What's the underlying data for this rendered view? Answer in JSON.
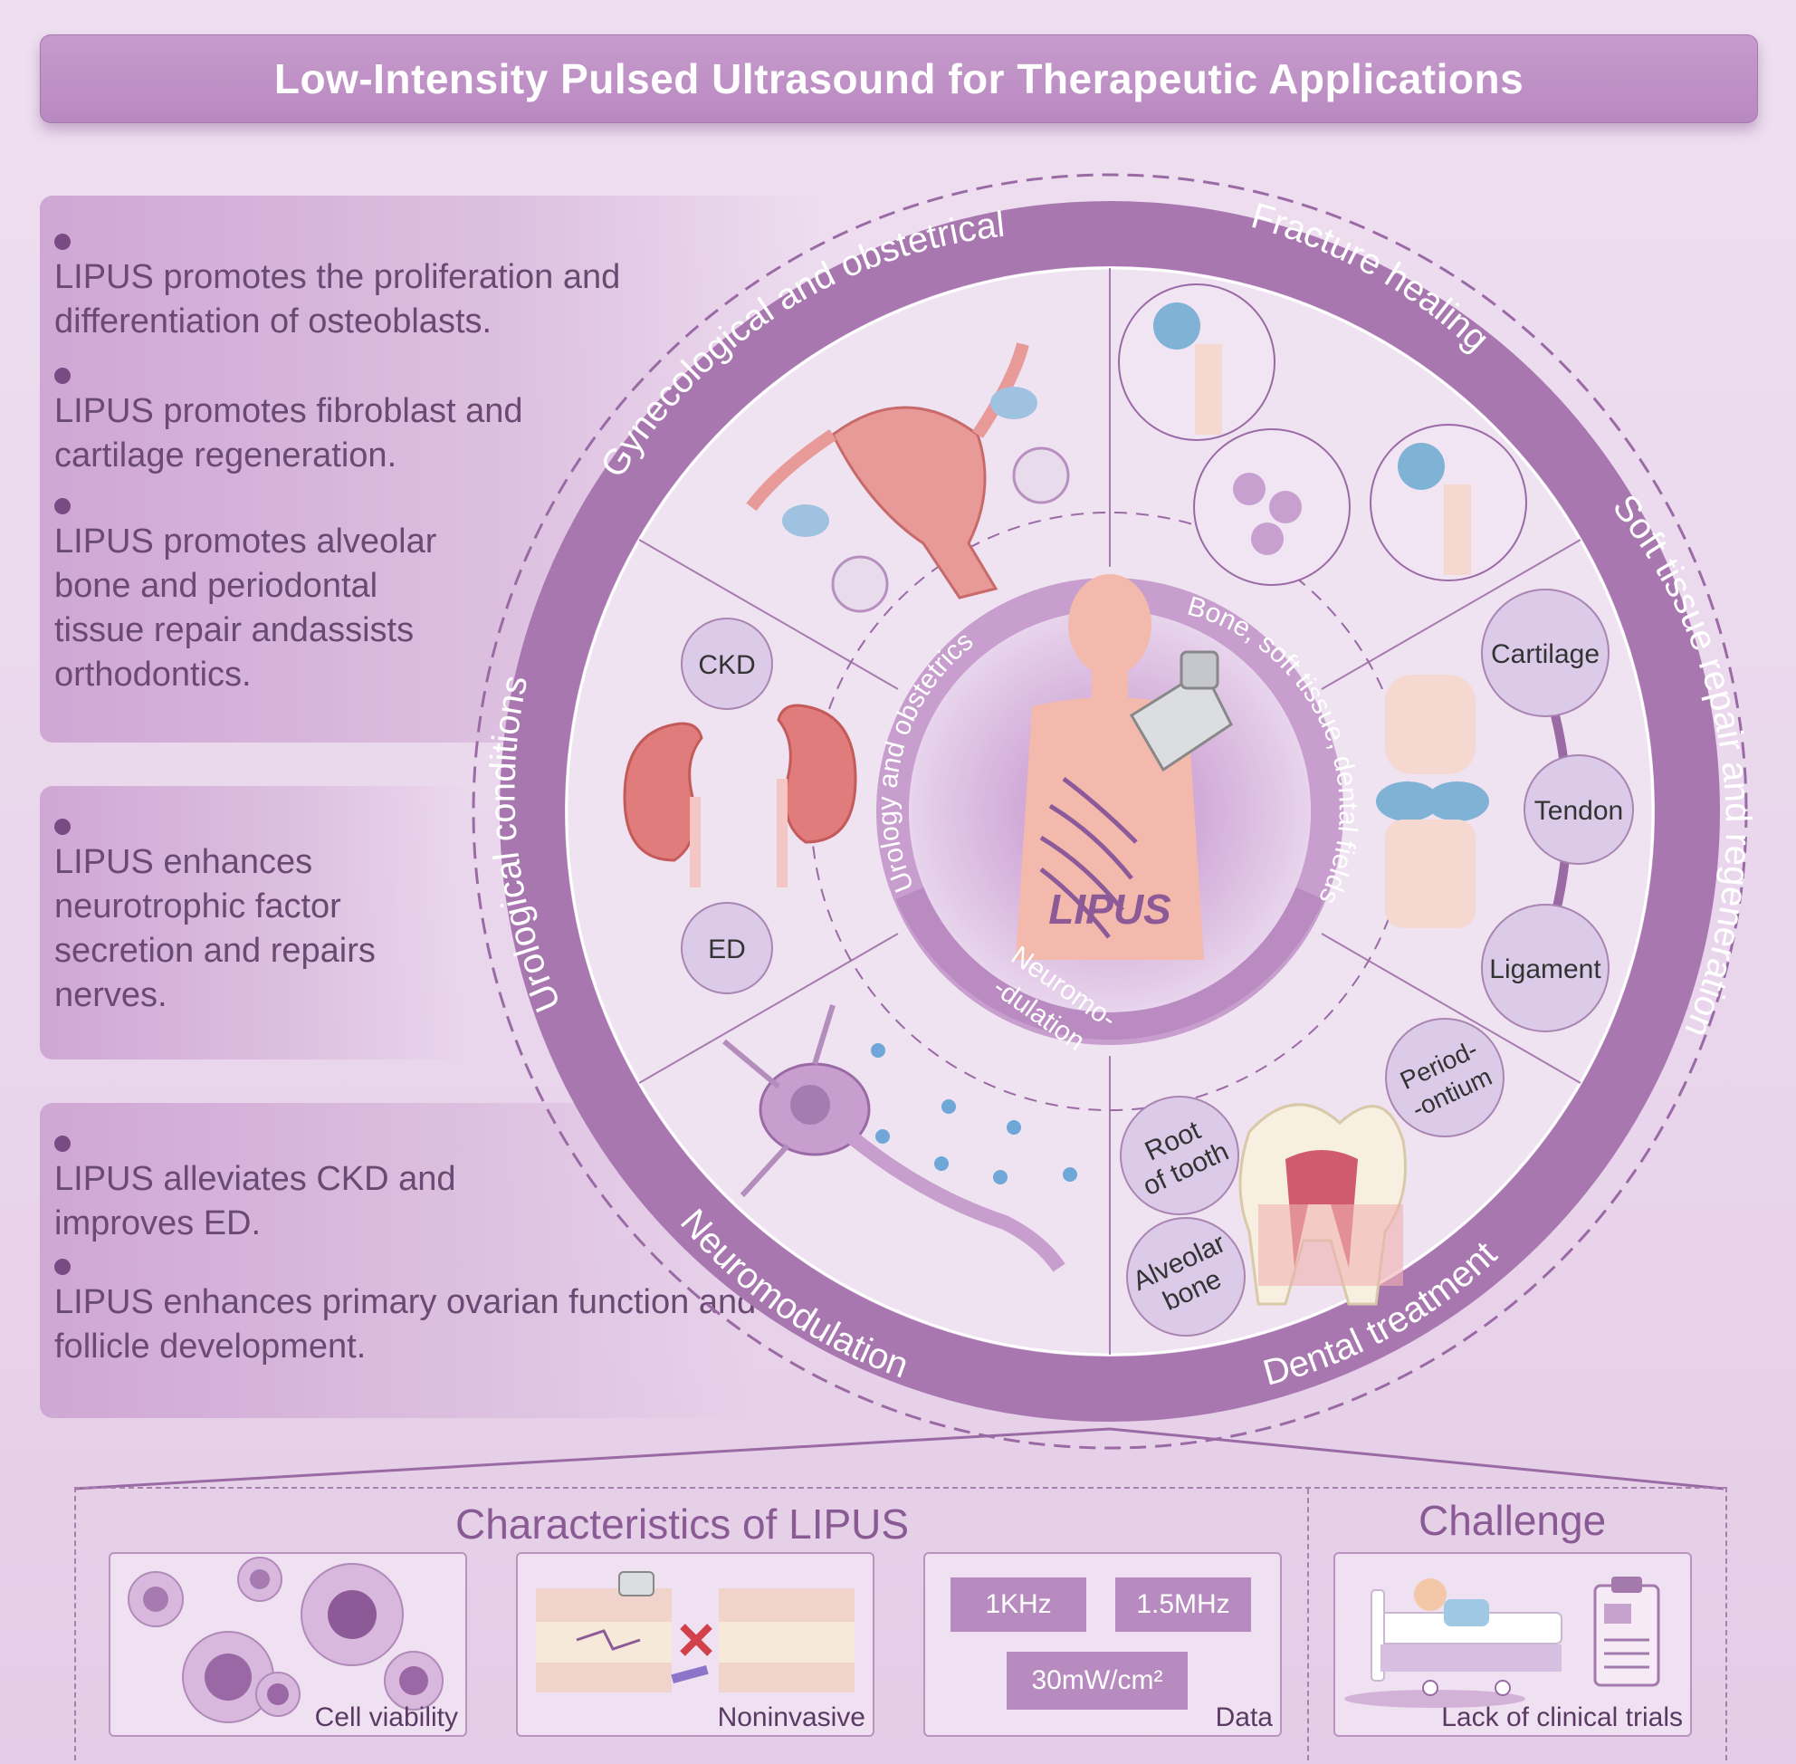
{
  "title": "Low-Intensity Pulsed Ultrasound for Therapeutic Applications",
  "panels": [
    {
      "bullets": [
        "LIPUS promotes the proliferation and differentiation of osteoblasts.",
        "LIPUS promotes fibroblast and cartilage regeneration.",
        "LIPUS promotes alveolar bone and periodontal tissue repair andassists orthodontics."
      ]
    },
    {
      "bullets": [
        "LIPUS enhances neurotrophic factor secretion and repairs nerves."
      ]
    },
    {
      "bullets": [
        "LIPUS alleviates CKD and improves ED.",
        "LIPUS enhances primary ovarian function and follicle development."
      ]
    }
  ],
  "outer_ring": {
    "gynecological": "Gynecological and obstetrical",
    "fracture": "Fracture healing",
    "soft_tissue": "Soft tissue repair and regeneration",
    "dental": "Dental treatment",
    "neuromodulation": "Neuromodulation",
    "urological": "Urological conditions"
  },
  "inner_ring": {
    "urology": "Urology and obstetrics",
    "bone": "Bone, soft tissue, dental fields",
    "neuro_line1": "Neuromo-",
    "neuro_line2": "-dulation"
  },
  "center_label": "LIPUS",
  "circles": {
    "ckd": "CKD",
    "ed": "ED",
    "cartilage": "Cartilage",
    "tendon": "Tendon",
    "ligament": "Ligament",
    "periodontium_1": "Period-",
    "periodontium_2": "-ontium",
    "root_1": "Root",
    "root_2": "of tooth",
    "alveolar_1": "Alveolar",
    "alveolar_2": "bone"
  },
  "characteristics": {
    "title": "Characteristics of LIPUS",
    "cards": [
      "Cell viability",
      "Noninvasive",
      "Data"
    ],
    "data_values": [
      "1KHz",
      "1.5MHz",
      "30mW/cm²"
    ]
  },
  "challenge": {
    "title": "Challenge",
    "card": "Lack of clinical trials"
  },
  "colors": {
    "accent": "#a877b0",
    "dark": "#8c5a96",
    "bone_blue": "#7fb2d4",
    "organ_pink": "#e08c8c"
  }
}
